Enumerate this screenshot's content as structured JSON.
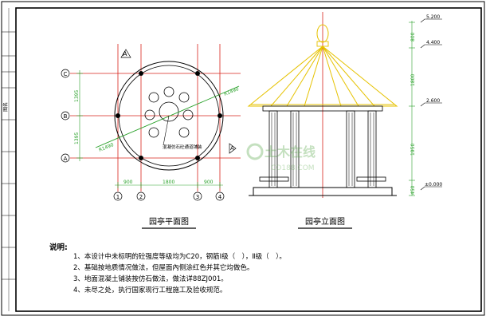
{
  "plan": {
    "title": "园亭平面图",
    "dims_vertical": [
      "1395",
      "1395"
    ],
    "dims_horizontal": [
      "900",
      "1800",
      "900"
    ],
    "radius_label": "R1490",
    "radius_label_small": "R1490",
    "note": "混凝仿石砼通道铺装",
    "axes_left": [
      "C",
      "B",
      "A"
    ],
    "axes_bottom": [
      "1",
      "2",
      "3",
      "4"
    ],
    "section_marks": [
      "A",
      "A"
    ]
  },
  "elevation": {
    "title": "园亭立面图",
    "levels": [
      "5.200",
      "4.400",
      "2.600",
      "±0.000"
    ],
    "dims": [
      "800",
      "1800",
      "1950",
      "450"
    ]
  },
  "notes": {
    "title": "说明:",
    "items": [
      "1、本设计中未标明的砼强度等级均为C20，钢筋Ⅰ级（　），Ⅱ级（　）。",
      "2、基础按地质情况做法，但屋面內侧涂红色并其它均做色。",
      "3、地面混凝土铺装按仿石做法，做法详88ZJ001。",
      "4、未尽之处，执行国家现行工程施工及验收规范。"
    ]
  },
  "side_label": "图名",
  "watermark": {
    "main": "土木在线",
    "sub": "CO188.COM"
  }
}
